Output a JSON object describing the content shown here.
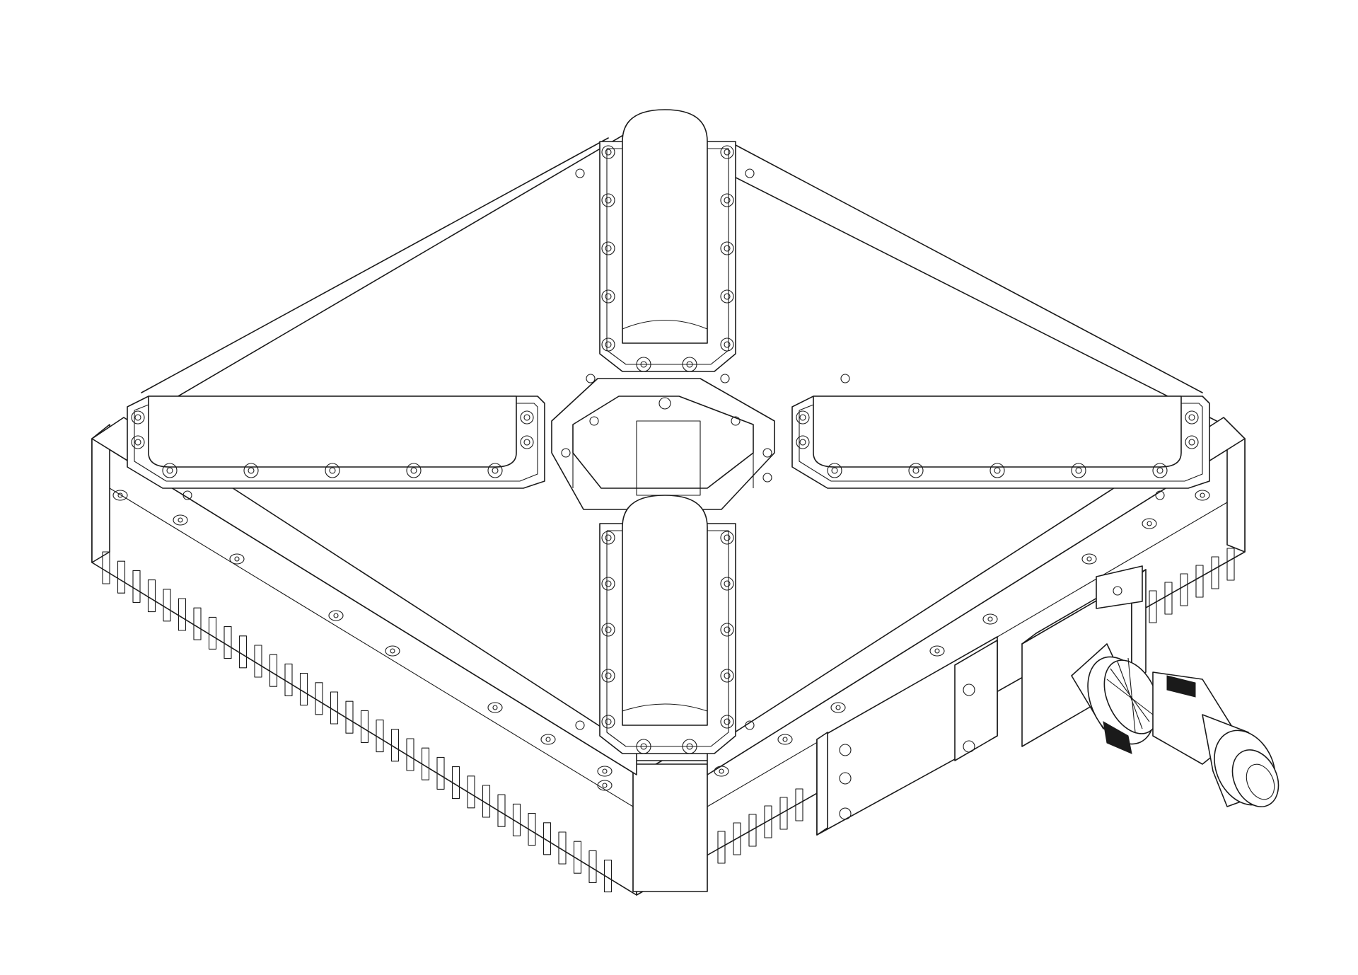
{
  "drawing": {
    "subject": "isometric-line-drawing",
    "line_color": "#1a1a1a",
    "background_color": "#ffffff",
    "components": [
      "base-housing",
      "top-plate",
      "center-hub",
      "radome-north",
      "radome-south",
      "radome-west",
      "radome-east",
      "connector-box",
      "cable-gland",
      "side-bracket"
    ]
  }
}
